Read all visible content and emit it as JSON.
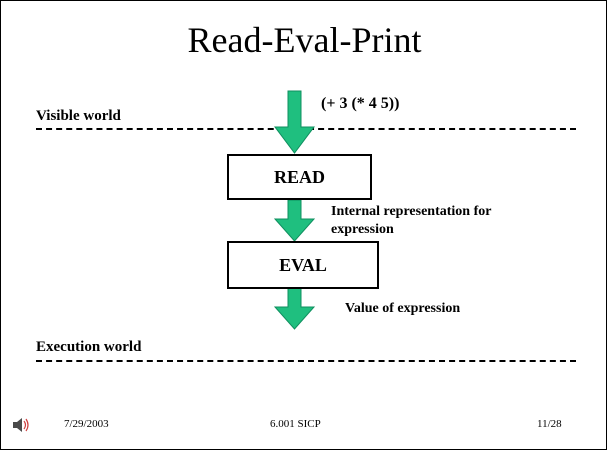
{
  "slide": {
    "title": "Read-Eval-Print",
    "visible_world": "Visible world",
    "execution_world": "Execution world",
    "input_expression": "(+ 3 (* 4 5))",
    "read_box": "READ",
    "eval_box": "EVAL",
    "internal_repr_line1": "Internal representation for",
    "internal_repr_line2": "expression",
    "value_note": "Value of expression"
  },
  "footer": {
    "date": "7/29/2003",
    "course": "6.001 SICP",
    "page": "11/28"
  },
  "colors": {
    "arrow_fill": "#1fbf7f",
    "arrow_stroke": "#0f8f5f"
  },
  "icons": {
    "speaker": "speaker-icon"
  }
}
